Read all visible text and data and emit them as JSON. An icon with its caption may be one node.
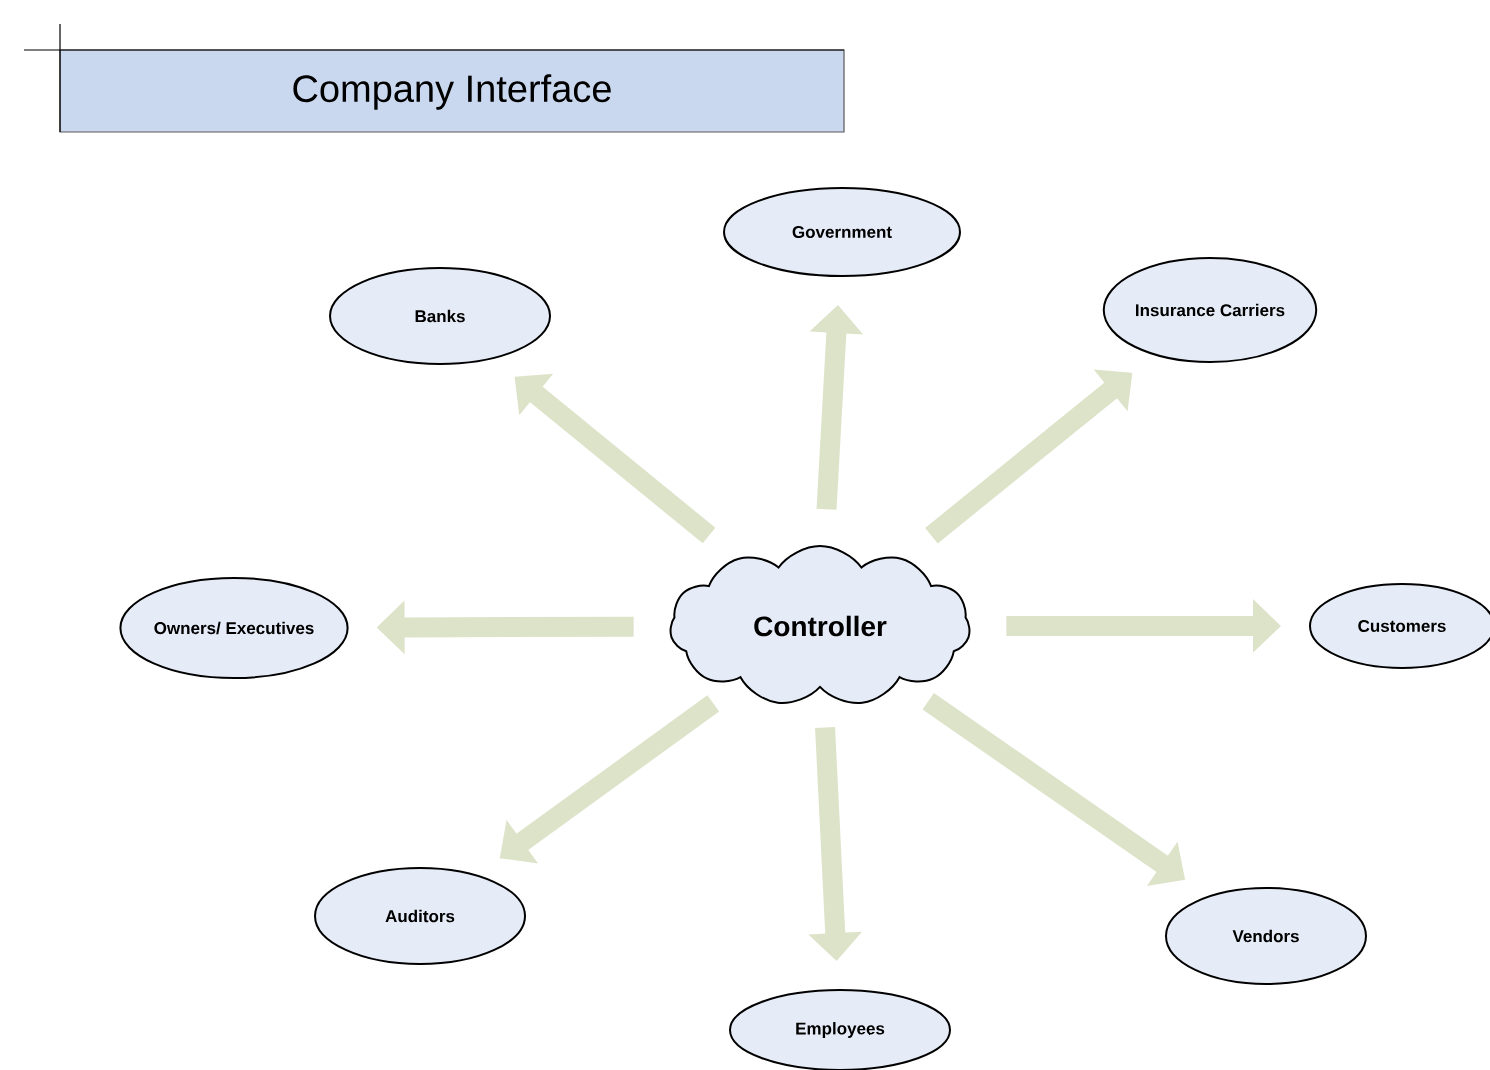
{
  "diagram": {
    "title": "Company Interface",
    "nodes": [
      {
        "text": [
          "Government"
        ]
      },
      {
        "text": [
          "Banks"
        ]
      },
      {
        "text": [
          "Insurance Carriers"
        ]
      },
      {
        "text": [
          "Owners/ Executives"
        ]
      },
      {
        "text": [
          "Controller"
        ]
      },
      {
        "text": [
          "Customers"
        ]
      },
      {
        "text": [
          "Auditors"
        ]
      },
      {
        "text": [
          "Vendors"
        ]
      },
      {
        "text": [
          "Employees"
        ]
      }
    ],
    "edges": [
      {
        "from": 4,
        "to": 0,
        "arrow": "to"
      },
      {
        "from": 4,
        "to": 1,
        "arrow": "to"
      },
      {
        "from": 4,
        "to": 2,
        "arrow": "to"
      },
      {
        "from": 4,
        "to": 3,
        "arrow": "to"
      },
      {
        "from": 4,
        "to": 5,
        "arrow": "to"
      },
      {
        "from": 4,
        "to": 6,
        "arrow": "to"
      },
      {
        "from": 4,
        "to": 7,
        "arrow": "to"
      },
      {
        "from": 4,
        "to": 8,
        "arrow": "to"
      }
    ]
  }
}
